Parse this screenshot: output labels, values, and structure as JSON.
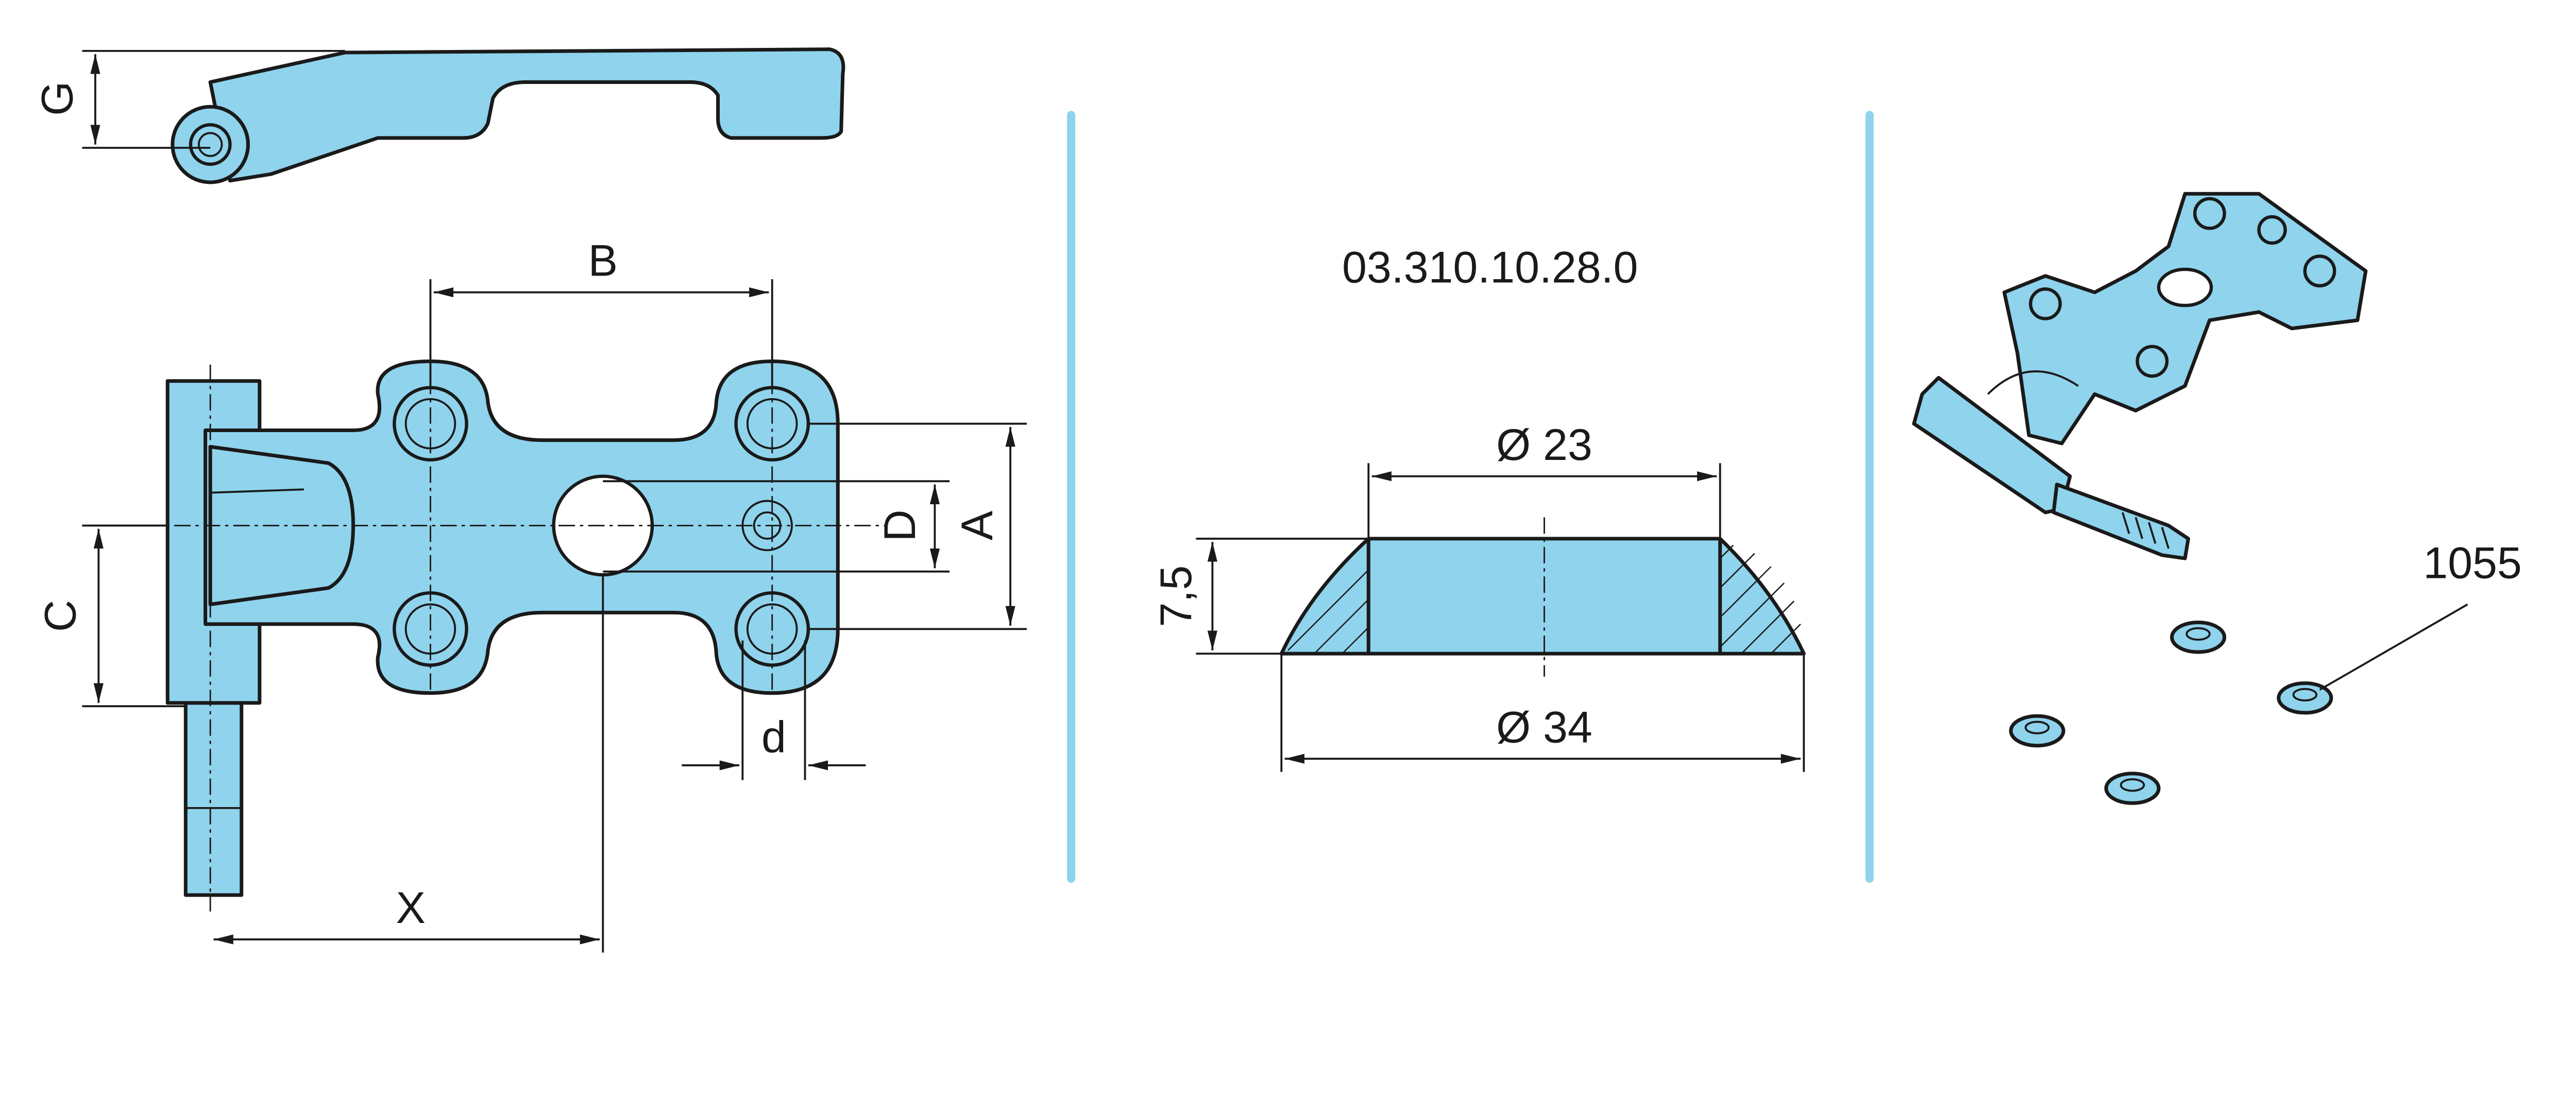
{
  "part_number": "03.310.10.28.0",
  "left_view": {
    "dimensions": {
      "G": "G",
      "B": "B",
      "A": "A",
      "D": "D",
      "C": "C",
      "X": "X",
      "d": "d"
    }
  },
  "section_view": {
    "inner_diameter": "Ø 23",
    "outer_diameter": "Ø 34",
    "height": "7,5"
  },
  "exploded_view": {
    "callout": "1055"
  },
  "colors": {
    "part_fill": "#8fd3ec",
    "divider": "#8fd3ec",
    "line": "#1a1a1a"
  }
}
